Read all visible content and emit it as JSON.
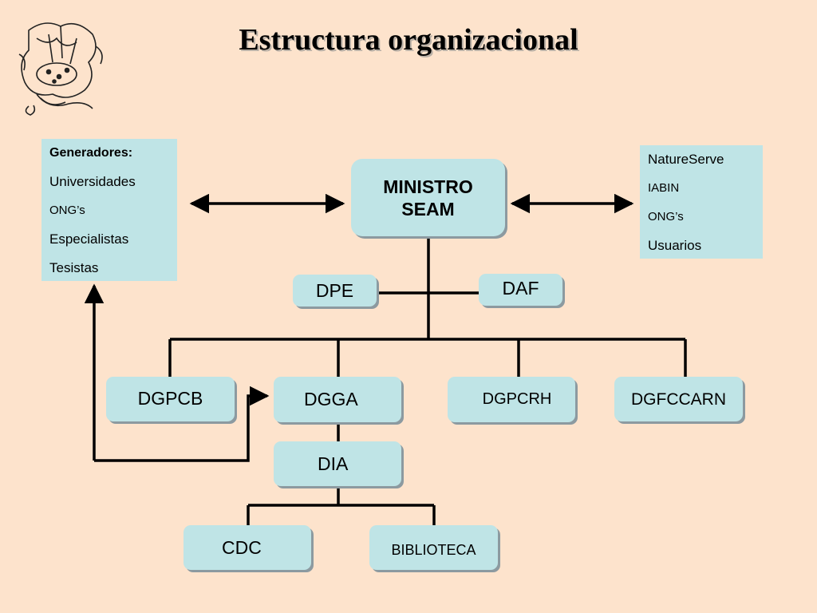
{
  "title": "Estructura organizacional",
  "left_box": {
    "items": [
      "Generadores:",
      "Universidades",
      "ONG’s",
      "Especialistas",
      "Tesistas"
    ]
  },
  "right_box": {
    "items": [
      "NatureServe",
      "IABIN",
      "ONG’s",
      "Usuarios"
    ]
  },
  "nodes": {
    "ministro_line1": "MINISTRO",
    "ministro_line2": "SEAM",
    "dpe": "DPE",
    "daf": "DAF",
    "dgpcb": "DGPCB",
    "dgga": "DGGA",
    "dgpcrh": "DGPCRH",
    "dgfccarn": "DGFCCARN",
    "dia": "DIA",
    "cdc": "CDC",
    "biblioteca": "BIBLIOTECA"
  },
  "colors": {
    "background": "#fde3cc",
    "box_fill": "#bfe4e6",
    "box_shadow": "#8c9aa0",
    "line": "#000000"
  },
  "logo_icon": "wildlife-illustration-icon"
}
